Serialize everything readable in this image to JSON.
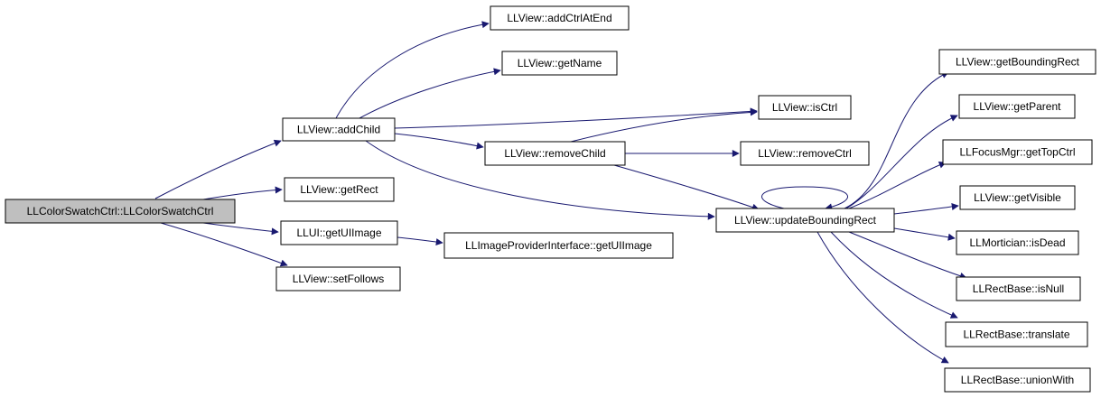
{
  "colors": {
    "edge": "#191970",
    "root_fill": "#bfbfbf",
    "node_fill": "#ffffff",
    "node_border": "#000000"
  },
  "nodes": {
    "root": "LLColorSwatchCtrl::LLColorSwatchCtrl",
    "addChild": "LLView::addChild",
    "getRect": "LLView::getRect",
    "getUIImage": "LLUI::getUIImage",
    "setFollows": "LLView::setFollows",
    "addCtrlAtEnd": "LLView::addCtrlAtEnd",
    "getName": "LLView::getName",
    "removeChild": "LLView::removeChild",
    "imgGetUIImage": "LLImageProviderInterface::getUIImage",
    "isCtrl": "LLView::isCtrl",
    "removeCtrl": "LLView::removeCtrl",
    "updateBoundingRect": "LLView::updateBoundingRect",
    "getBoundingRect": "LLView::getBoundingRect",
    "getParent": "LLView::getParent",
    "getTopCtrl": "LLFocusMgr::getTopCtrl",
    "getVisible": "LLView::getVisible",
    "isDead": "LLMortician::isDead",
    "isNull": "LLRectBase::isNull",
    "translate": "LLRectBase::translate",
    "unionWith": "LLRectBase::unionWith"
  },
  "edges": [
    [
      "root",
      "addChild"
    ],
    [
      "root",
      "getRect"
    ],
    [
      "root",
      "getUIImage"
    ],
    [
      "root",
      "setFollows"
    ],
    [
      "addChild",
      "addCtrlAtEnd"
    ],
    [
      "addChild",
      "getName"
    ],
    [
      "addChild",
      "isCtrl"
    ],
    [
      "addChild",
      "removeChild"
    ],
    [
      "addChild",
      "updateBoundingRect"
    ],
    [
      "getUIImage",
      "imgGetUIImage"
    ],
    [
      "removeChild",
      "isCtrl"
    ],
    [
      "removeChild",
      "removeCtrl"
    ],
    [
      "removeChild",
      "updateBoundingRect"
    ],
    [
      "updateBoundingRect",
      "updateBoundingRect"
    ],
    [
      "updateBoundingRect",
      "getBoundingRect"
    ],
    [
      "updateBoundingRect",
      "getParent"
    ],
    [
      "updateBoundingRect",
      "getTopCtrl"
    ],
    [
      "updateBoundingRect",
      "getVisible"
    ],
    [
      "updateBoundingRect",
      "isDead"
    ],
    [
      "updateBoundingRect",
      "isNull"
    ],
    [
      "updateBoundingRect",
      "translate"
    ],
    [
      "updateBoundingRect",
      "unionWith"
    ]
  ]
}
